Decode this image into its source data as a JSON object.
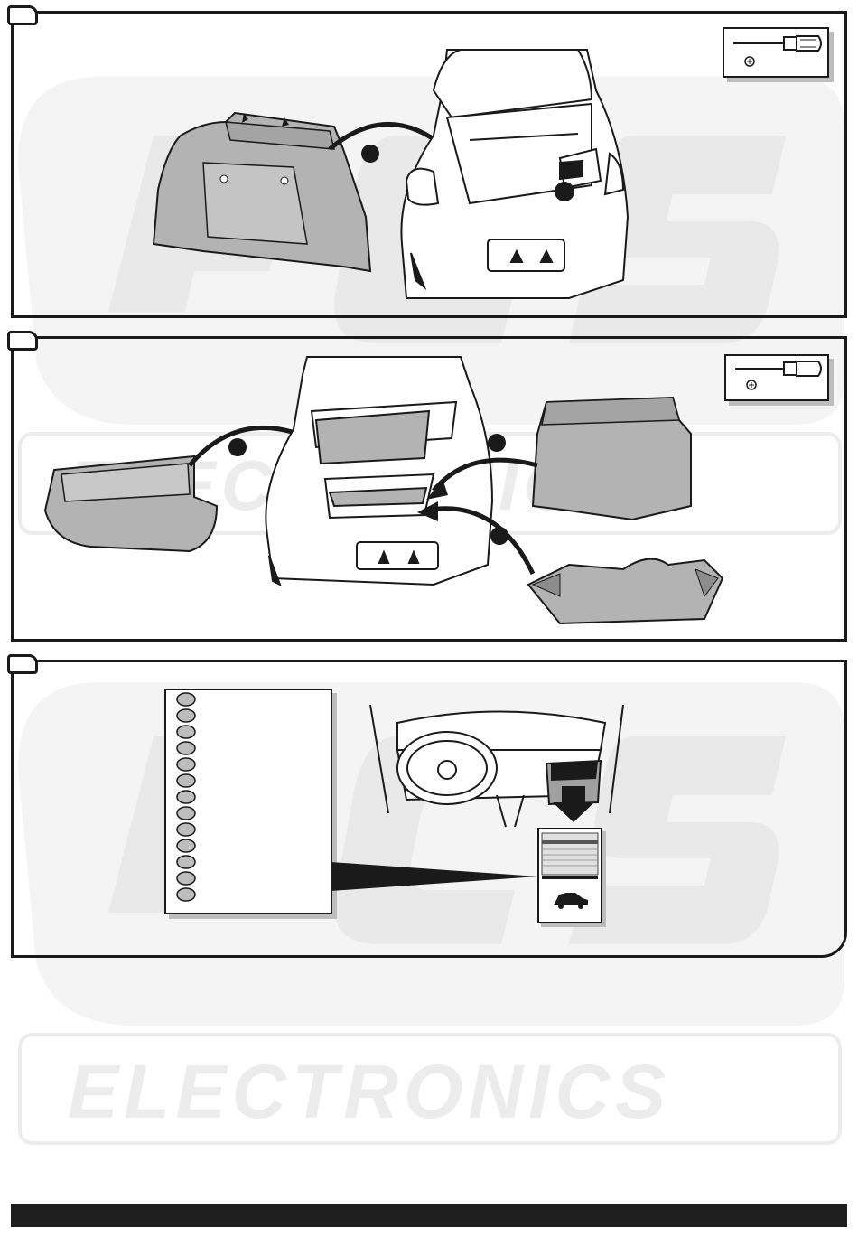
{
  "watermark": {
    "logo": "ECS",
    "text": "ELECTRONICS"
  },
  "steps": [
    {
      "label": "",
      "tool": "screwdriver-phillips"
    },
    {
      "label": "",
      "tool": "screwdriver-phillips"
    },
    {
      "label": "",
      "connectors": 13
    }
  ],
  "colors": {
    "part_fill": "#b3b3b3",
    "outline": "#1a1a1a",
    "watermark": "#eeeeee"
  }
}
